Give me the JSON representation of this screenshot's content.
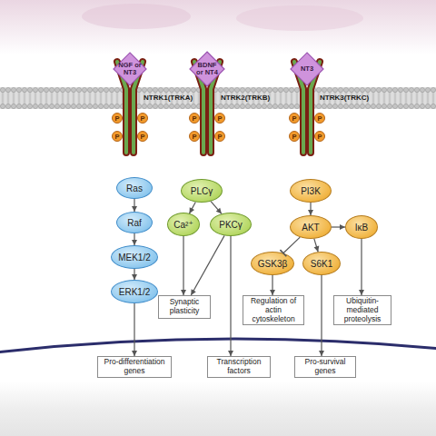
{
  "diagram": {
    "nodes": [
      {
        "text": [
          "NGF or NT3"
        ]
      },
      {
        "text": [
          "BDNF or NT4"
        ]
      },
      {
        "text": [
          "NT3"
        ]
      },
      {
        "text": [
          "P"
        ]
      },
      {
        "text": [
          "P"
        ]
      },
      {
        "text": [
          "P"
        ]
      },
      {
        "text": [
          "P"
        ]
      },
      {
        "text": [
          "P"
        ]
      },
      {
        "text": [
          "P"
        ]
      },
      {
        "text": [
          "P"
        ]
      },
      {
        "text": [
          "P"
        ]
      },
      {
        "text": [
          "P"
        ]
      },
      {
        "text": [
          "P"
        ]
      },
      {
        "text": [
          "P"
        ]
      },
      {
        "text": [
          "P"
        ]
      },
      {
        "text": [
          "Ras"
        ]
      },
      {
        "text": [
          "Raf"
        ]
      },
      {
        "text": [
          "MEK1/2"
        ]
      },
      {
        "text": [
          "ERK1/2"
        ]
      },
      {
        "text": [
          "PLCγ"
        ]
      },
      {
        "text": [
          "Ca²⁺"
        ]
      },
      {
        "text": [
          "PKCγ"
        ]
      },
      {
        "text": [
          "PI3K"
        ]
      },
      {
        "text": [
          "AKT"
        ]
      },
      {
        "text": [
          "IκB"
        ]
      },
      {
        "text": [
          "GSK3β"
        ]
      },
      {
        "text": [
          "S6K1"
        ]
      },
      {
        "text": [
          "Synaptic plasticity"
        ]
      },
      {
        "text": [
          "Regulation of actin cytoskeleton"
        ]
      },
      {
        "text": [
          "Ubiquitin-mediated proteolysis"
        ]
      },
      {
        "text": [
          "Pro-differentiation genes"
        ]
      },
      {
        "text": [
          "Transcription factors"
        ]
      },
      {
        "text": [
          "Pro-survival genes"
        ]
      }
    ],
    "edges": [
      {
        "from": 15,
        "to": 16,
        "arrow": "to"
      },
      {
        "from": 16,
        "to": 17,
        "arrow": "to"
      },
      {
        "from": 17,
        "to": 18,
        "arrow": "to"
      },
      {
        "from": 18,
        "to": 30,
        "arrow": "to"
      },
      {
        "from": 19,
        "to": 20,
        "arrow": "to"
      },
      {
        "from": 19,
        "to": 21,
        "arrow": "to"
      },
      {
        "from": 20,
        "to": 27,
        "arrow": "to"
      },
      {
        "from": 21,
        "to": 27,
        "arrow": "to"
      },
      {
        "from": 21,
        "to": 31,
        "arrow": "to"
      },
      {
        "from": 22,
        "to": 23,
        "arrow": "to"
      },
      {
        "from": 23,
        "to": 24,
        "arrow": "to"
      },
      {
        "from": 23,
        "to": 25,
        "arrow": "to"
      },
      {
        "from": 23,
        "to": 26,
        "arrow": "to"
      },
      {
        "from": 25,
        "to": 28,
        "arrow": "to"
      },
      {
        "from": 26,
        "to": 32,
        "arrow": "to"
      },
      {
        "from": 24,
        "to": 29,
        "arrow": "to"
      }
    ],
    "labels": [
      "NTRK1(TRKA)",
      "NTRK2(TRKB)",
      "NTRK3(TRKC)"
    ]
  }
}
